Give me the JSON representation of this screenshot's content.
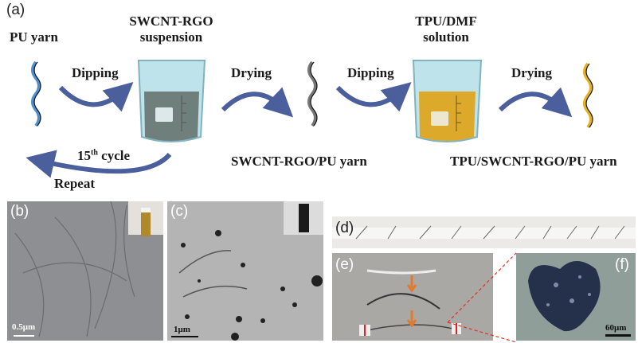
{
  "panel_a": {
    "label": "(a)",
    "pu_yarn": "PU yarn",
    "beaker1_line1": "SWCNT-RGO",
    "beaker1_line2": "suspension",
    "dipping1": "Dipping",
    "drying1": "Drying",
    "intermediate": "SWCNT-RGO/PU yarn",
    "beaker2_line1": "TPU/DMF",
    "beaker2_line2": "solution",
    "dipping2": "Dipping",
    "drying2": "Drying",
    "final": "TPU/SWCNT-RGO/PU yarn",
    "cycle_num": "15",
    "cycle_sup": "th",
    "cycle_word": "cycle",
    "repeat": "Repeat"
  },
  "panel_b": {
    "label": "(b)",
    "scale": "0.5μm"
  },
  "panel_c": {
    "label": "(c)",
    "scale": "1μm"
  },
  "panel_d": {
    "label": "(d)"
  },
  "panel_e": {
    "label": "(e)"
  },
  "panel_f": {
    "label": "(f)",
    "scale": "60μm"
  },
  "colors": {
    "arrow": "#4a5f9c",
    "suspension": "#6f7f7b",
    "tpu": "#dca92a",
    "pu_yarn": "#4d8fd0"
  }
}
